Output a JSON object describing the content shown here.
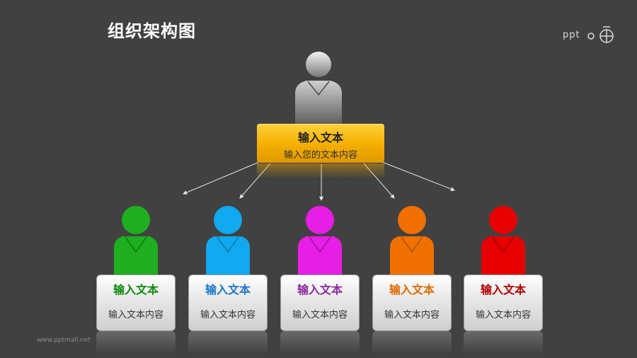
{
  "title": "组织架构图",
  "logo": {
    "text": "ppt"
  },
  "watermark": "www.pptmall.net",
  "top": {
    "heading": "输入文本",
    "subtext": "输入您的文本内容",
    "color": "#f4ae00",
    "person_color": "#8f8f8f"
  },
  "children": [
    {
      "heading": "输入文本",
      "subtext": "输入文本内容",
      "color": "#1fae1f",
      "heading_color": "#0f8a0f"
    },
    {
      "heading": "输入文本",
      "subtext": "输入文本内容",
      "color": "#10a8ee",
      "heading_color": "#1a78c8"
    },
    {
      "heading": "输入文本",
      "subtext": "输入文本内容",
      "color": "#e61ee6",
      "heading_color": "#8a2aa0"
    },
    {
      "heading": "输入文本",
      "subtext": "输入文本内容",
      "color": "#f07000",
      "heading_color": "#e06a00"
    },
    {
      "heading": "输入文本",
      "subtext": "输入文本内容",
      "color": "#e60000",
      "heading_color": "#b00000"
    }
  ]
}
